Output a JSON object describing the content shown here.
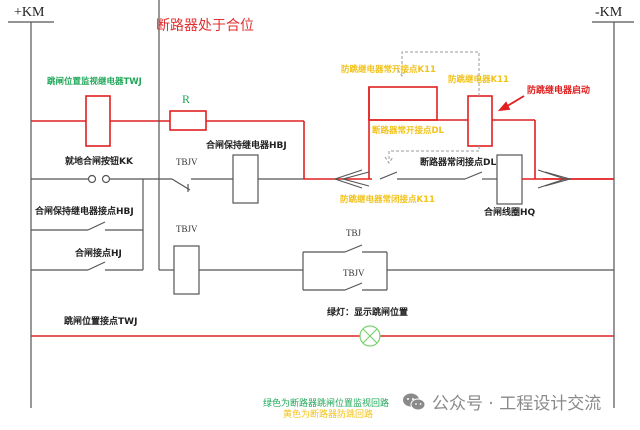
{
  "colors": {
    "active_circuit": "#e02020",
    "wire": "#555555",
    "green_label": "#22a85a",
    "yellow_label": "#f2c31a",
    "lamp": "#7ad36e",
    "dashed": "#999999"
  },
  "buses": {
    "positive": "+KM",
    "negative": "-KM"
  },
  "title": "断路器处于合位",
  "labels": {
    "twj_relay": "跳闸位置监视继电器TWJ",
    "resistor": "R",
    "k11_no_contact": "防跳继电器常开接点K11",
    "k11_relay": "防跳继电器K11",
    "k11_start": "防跳继电器启动",
    "dl_no_contact": "断路器常开接点DL",
    "local_close_button": "就地合闸按钮KK",
    "tbjv_top": "TBJV",
    "hbj_relay": "合闸保持继电器HBJ",
    "dl_nc_contact": "断路器常闭接点DL",
    "k11_nc_contact": "防跳继电器常闭接点K11",
    "hq_coil": "合闸线圈HQ",
    "hbj_contact": "合闸保持继电器接点HBJ",
    "tbjv_coil": "TBJV",
    "tbj_contact": "TBJ",
    "tbjv_contact": "TBJV",
    "hj_contact": "合闸接点HJ",
    "twj_contact": "跳闸位置接点TWJ",
    "green_lamp": "绿灯：显示跳闸位置"
  },
  "legend": {
    "green": "绿色为断路器跳闸位置监视回路",
    "yellow": "黄色为断路器防跳回路"
  },
  "watermark": {
    "icon": "wechat-icon",
    "text": "公众号 · 工程设计交流"
  }
}
